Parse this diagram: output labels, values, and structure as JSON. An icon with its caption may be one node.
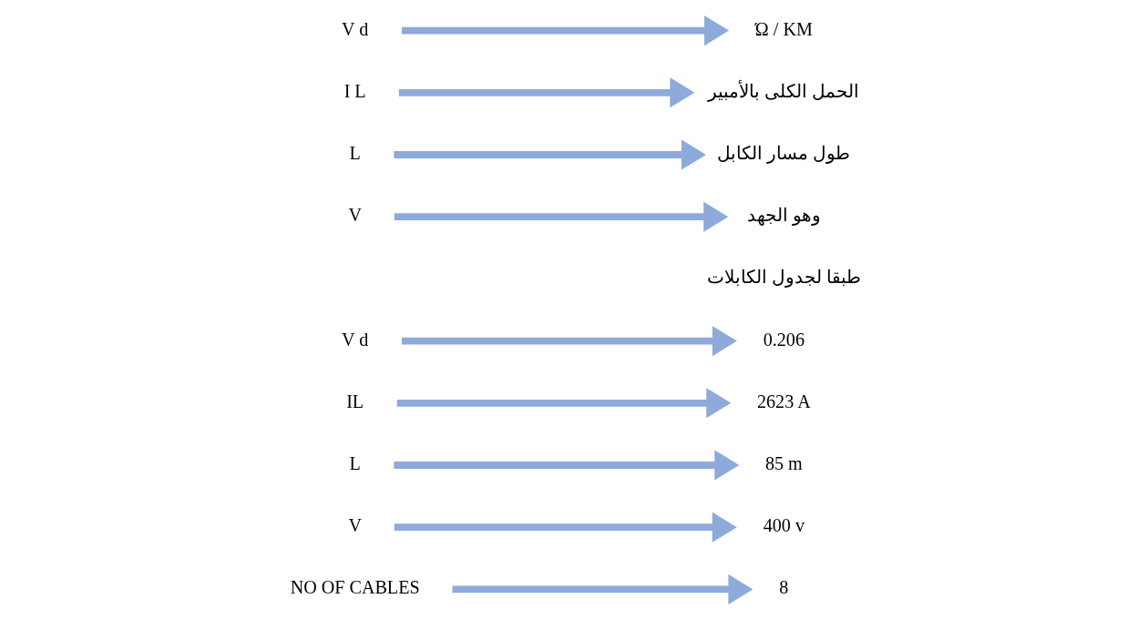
{
  "diagram": {
    "nodes": [
      {
        "text": [
          "V d"
        ]
      },
      {
        "text": [
          "Ώ / KM"
        ]
      },
      {
        "text": [
          "I L"
        ]
      },
      {
        "text": [
          "الحمل الكلى بالأمبير"
        ]
      },
      {
        "text": [
          "L"
        ]
      },
      {
        "text": [
          "طول مسار الكابل"
        ]
      },
      {
        "text": [
          "V"
        ]
      },
      {
        "text": [
          "وهو الجهد"
        ]
      },
      {
        "text": [
          "V d"
        ]
      },
      {
        "text": [
          "0.206"
        ]
      },
      {
        "text": [
          "IL"
        ]
      },
      {
        "text": [
          "2623 A"
        ]
      },
      {
        "text": [
          "L"
        ]
      },
      {
        "text": [
          "85 m"
        ]
      },
      {
        "text": [
          "V"
        ]
      },
      {
        "text": [
          "400 v"
        ]
      },
      {
        "text": [
          "NO OF CABLES"
        ]
      },
      {
        "text": [
          "8"
        ]
      }
    ],
    "edges": [
      {
        "from": 0,
        "to": 1,
        "arrow": "to"
      },
      {
        "from": 2,
        "to": 3,
        "arrow": "to"
      },
      {
        "from": 4,
        "to": 5,
        "arrow": "to"
      },
      {
        "from": 6,
        "to": 7,
        "arrow": "to"
      },
      {
        "from": 8,
        "to": 9,
        "arrow": "to"
      },
      {
        "from": 10,
        "to": 11,
        "arrow": "to"
      },
      {
        "from": 12,
        "to": 13,
        "arrow": "to"
      },
      {
        "from": 14,
        "to": 15,
        "arrow": "to"
      },
      {
        "from": 16,
        "to": 17,
        "arrow": "to"
      }
    ],
    "labels": [
      "طبقا لجدول الكابلات"
    ]
  }
}
